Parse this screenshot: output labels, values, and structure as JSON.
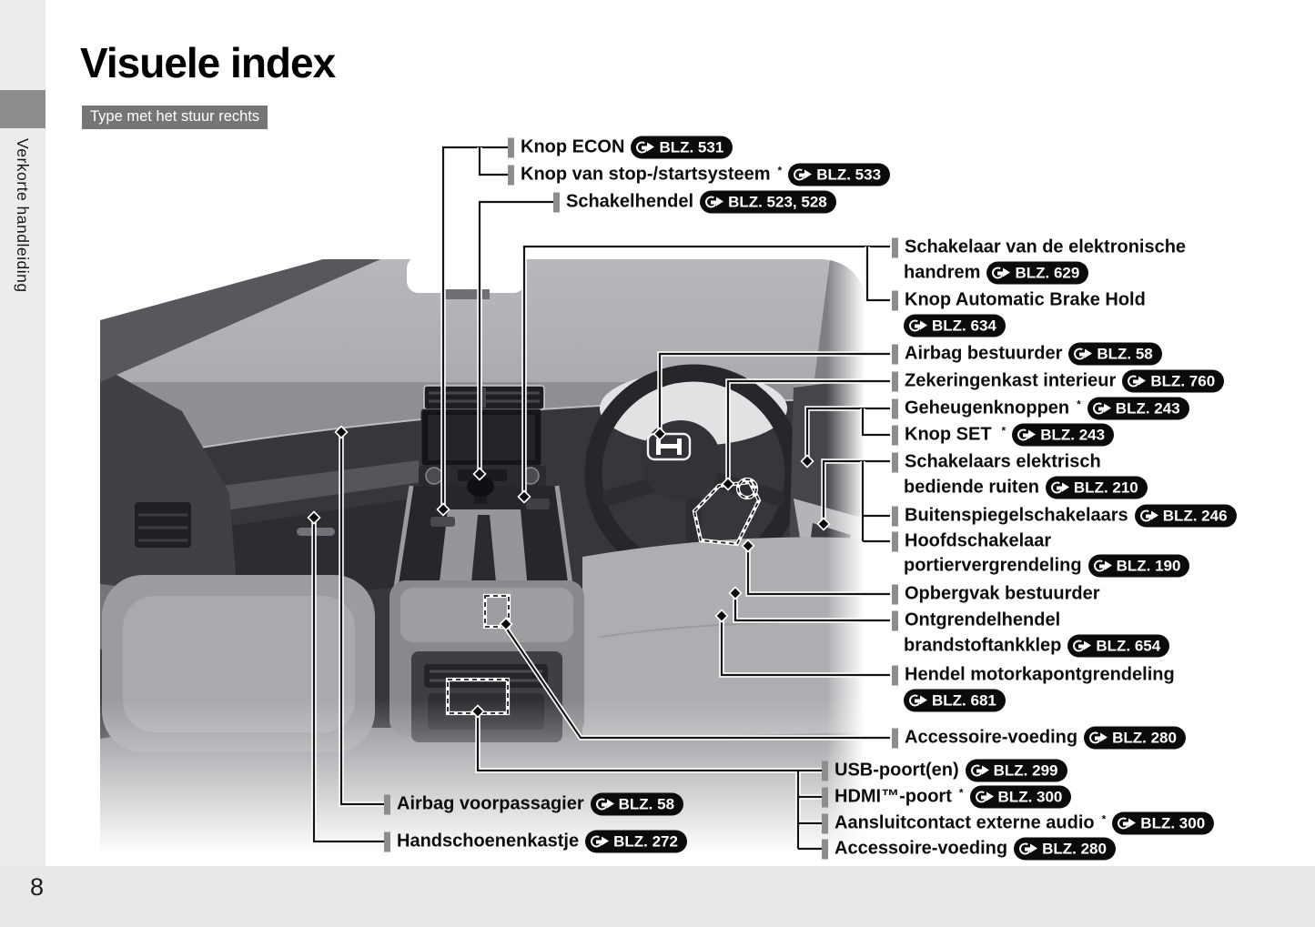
{
  "page": {
    "title": "Visuele index",
    "variant_tag": "Type met het stuur rechts",
    "sidebar_text": "Verkorte handleiding",
    "page_number": "8"
  },
  "colors": {
    "badge_bg": "#0b0b0b",
    "tag_bg": "#757575",
    "tick": "#8d8d8d",
    "sidebar_strip": "#ececec",
    "sidebar_block": "#8c8c8c",
    "footer": "#e8e8e8"
  },
  "callouts": [
    {
      "line1": "Knop ECON",
      "ref": "BLZ. 531"
    },
    {
      "line1": "Knop van stop-/startsysteem",
      "sup": "*",
      "ref": "BLZ. 533"
    },
    {
      "line1": "Schakelhendel",
      "ref": "BLZ. 523, 528"
    },
    {
      "line1": "Schakelaar van de elektronische",
      "line2": "handrem",
      "ref": "BLZ. 629"
    },
    {
      "line1": "Knop Automatic Brake Hold",
      "ref": "BLZ. 634"
    },
    {
      "line1": "Airbag bestuurder",
      "ref": "BLZ. 58"
    },
    {
      "line1": "Zekeringenkast interieur",
      "ref": "BLZ. 760"
    },
    {
      "line1": "Geheugenknoppen",
      "sup": "*",
      "ref": "BLZ. 243"
    },
    {
      "line1": "Knop SET",
      "sup": "*",
      "ref": "BLZ. 243"
    },
    {
      "line1": "Schakelaars elektrisch",
      "line2": "bediende ruiten",
      "ref": "BLZ. 210"
    },
    {
      "line1": "Buitenspiegelschakelaars",
      "ref": "BLZ. 246"
    },
    {
      "line1": "Hoofdschakelaar",
      "line2": "portiervergrendeling",
      "ref": "BLZ. 190"
    },
    {
      "line1": "Opbergvak bestuurder"
    },
    {
      "line1": "Ontgrendelhendel",
      "line2": "brandstoftankklep",
      "ref": "BLZ. 654"
    },
    {
      "line1": "Hendel motorkapontgrendeling",
      "ref": "BLZ. 681"
    },
    {
      "line1": "Accessoire-voeding",
      "ref": "BLZ. 280"
    },
    {
      "line1": "USB-poort(en)",
      "ref": "BLZ. 299"
    },
    {
      "line1": "HDMI™-poort",
      "sup": "*",
      "ref": "BLZ. 300"
    },
    {
      "line1": "Aansluitcontact externe audio",
      "sup": "*",
      "ref": "BLZ. 300"
    },
    {
      "line1": "Accessoire-voeding",
      "ref": "BLZ. 280"
    },
    {
      "line1": "Airbag voorpassagier",
      "ref": "BLZ. 58"
    },
    {
      "line1": "Handschoenenkastje",
      "ref": "BLZ. 272"
    }
  ]
}
